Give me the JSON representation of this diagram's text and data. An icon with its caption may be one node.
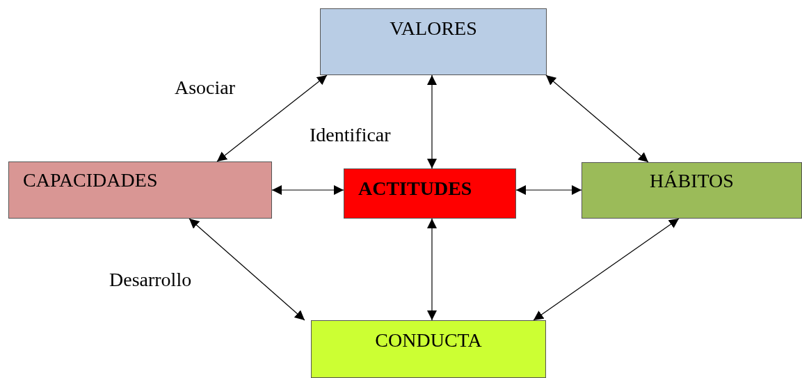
{
  "diagram": {
    "nodes": [
      {
        "text": [
          "VALORES"
        ]
      },
      {
        "text": [
          "CAPACIDADES"
        ]
      },
      {
        "text": [
          "ACTITUDES"
        ]
      },
      {
        "text": [
          "HÁBITOS"
        ]
      },
      {
        "text": [
          "CONDUCTA"
        ]
      }
    ],
    "edges": [
      {
        "from": 0,
        "to": 1,
        "arrow": "both"
      },
      {
        "from": 0,
        "to": 2,
        "arrow": "both"
      },
      {
        "from": 0,
        "to": 3,
        "arrow": "both"
      },
      {
        "from": 1,
        "to": 2,
        "arrow": "both"
      },
      {
        "from": 2,
        "to": 3,
        "arrow": "both"
      },
      {
        "from": 1,
        "to": 4,
        "arrow": "both"
      },
      {
        "from": 2,
        "to": 4,
        "arrow": "both"
      },
      {
        "from": 3,
        "to": 4,
        "arrow": "both"
      }
    ],
    "labels": [
      "Asociar",
      "Identificar",
      "Desarrollo"
    ]
  }
}
